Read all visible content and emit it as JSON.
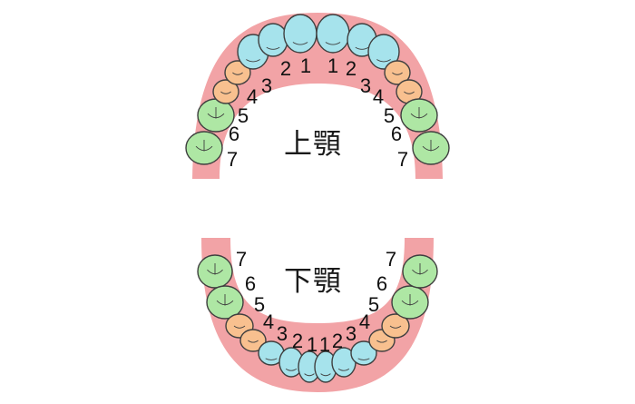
{
  "colors": {
    "gum": "#f2a3a6",
    "incisor_canine": "#a6e3ec",
    "premolar": "#f8c08f",
    "molar": "#aee7a4",
    "outline": "#3f3f3f"
  },
  "upper_jaw": {
    "label": "上顎",
    "teeth": [
      {
        "number": "7",
        "group": "molar",
        "icon": "molar-icon"
      },
      {
        "number": "6",
        "group": "molar",
        "icon": "molar-icon"
      },
      {
        "number": "5",
        "group": "premolar",
        "icon": "premolar-icon"
      },
      {
        "number": "4",
        "group": "premolar",
        "icon": "premolar-icon"
      },
      {
        "number": "3",
        "group": "incisor_canine",
        "icon": "canine-icon"
      },
      {
        "number": "2",
        "group": "incisor_canine",
        "icon": "incisor-icon"
      },
      {
        "number": "1",
        "group": "incisor_canine",
        "icon": "incisor-icon"
      },
      {
        "number": "1",
        "group": "incisor_canine",
        "icon": "incisor-icon"
      },
      {
        "number": "2",
        "group": "incisor_canine",
        "icon": "incisor-icon"
      },
      {
        "number": "3",
        "group": "incisor_canine",
        "icon": "canine-icon"
      },
      {
        "number": "4",
        "group": "premolar",
        "icon": "premolar-icon"
      },
      {
        "number": "5",
        "group": "premolar",
        "icon": "premolar-icon"
      },
      {
        "number": "6",
        "group": "molar",
        "icon": "molar-icon"
      },
      {
        "number": "7",
        "group": "molar",
        "icon": "molar-icon"
      }
    ]
  },
  "lower_jaw": {
    "label": "下顎",
    "teeth": [
      {
        "number": "7",
        "group": "molar",
        "icon": "molar-icon"
      },
      {
        "number": "6",
        "group": "molar",
        "icon": "molar-icon"
      },
      {
        "number": "5",
        "group": "premolar",
        "icon": "premolar-icon"
      },
      {
        "number": "4",
        "group": "premolar",
        "icon": "premolar-icon"
      },
      {
        "number": "3",
        "group": "incisor_canine",
        "icon": "canine-icon"
      },
      {
        "number": "2",
        "group": "incisor_canine",
        "icon": "incisor-icon"
      },
      {
        "number": "1",
        "group": "incisor_canine",
        "icon": "incisor-icon"
      },
      {
        "number": "1",
        "group": "incisor_canine",
        "icon": "incisor-icon"
      },
      {
        "number": "2",
        "group": "incisor_canine",
        "icon": "incisor-icon"
      },
      {
        "number": "3",
        "group": "incisor_canine",
        "icon": "canine-icon"
      },
      {
        "number": "4",
        "group": "premolar",
        "icon": "premolar-icon"
      },
      {
        "number": "5",
        "group": "premolar",
        "icon": "premolar-icon"
      },
      {
        "number": "6",
        "group": "molar",
        "icon": "molar-icon"
      },
      {
        "number": "7",
        "group": "molar",
        "icon": "molar-icon"
      }
    ]
  }
}
